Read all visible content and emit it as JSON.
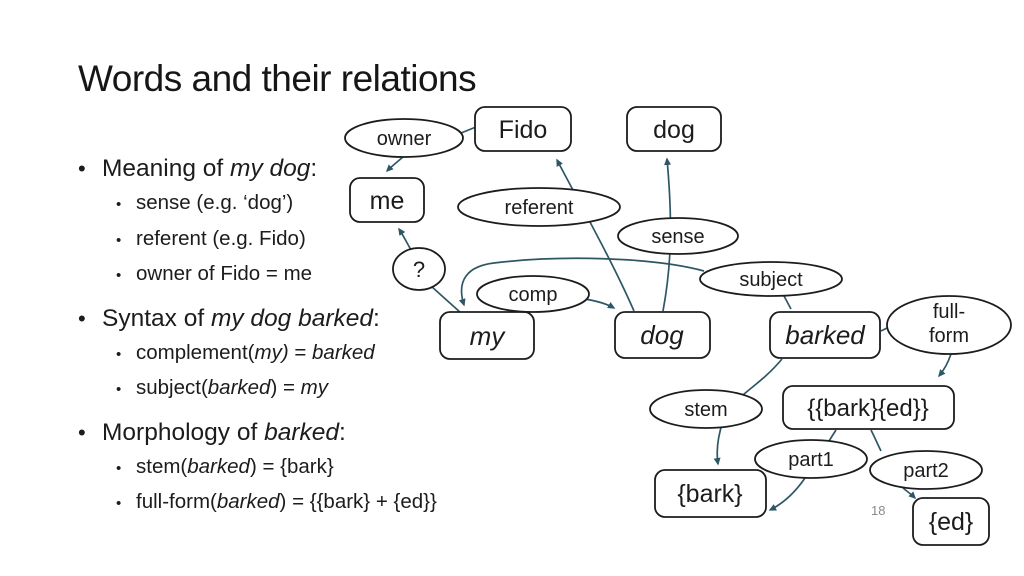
{
  "slide": {
    "title": "Words and their relations",
    "page_number": "18"
  },
  "bullet_char": "•",
  "bullets": [
    {
      "level": 1,
      "runs": [
        {
          "t": "Meaning of "
        },
        {
          "t": "my dog",
          "i": true
        },
        {
          "t": ":"
        }
      ]
    },
    {
      "level": 2,
      "runs": [
        {
          "t": "sense (e.g. ‘dog’)"
        }
      ]
    },
    {
      "level": 2,
      "runs": [
        {
          "t": "referent (e.g. Fido)"
        }
      ]
    },
    {
      "level": 2,
      "runs": [
        {
          "t": "owner of Fido = me"
        }
      ]
    },
    {
      "level": 1,
      "runs": [
        {
          "t": "Syntax of "
        },
        {
          "t": "my dog barked",
          "i": true
        },
        {
          "t": ":"
        }
      ]
    },
    {
      "level": 2,
      "runs": [
        {
          "t": "complement("
        },
        {
          "t": "my)",
          "i": true
        },
        {
          "t": " = "
        },
        {
          "t": "barked",
          "i": true
        }
      ]
    },
    {
      "level": 2,
      "runs": [
        {
          "t": "subject("
        },
        {
          "t": "barked",
          "i": true
        },
        {
          "t": ") = "
        },
        {
          "t": "my",
          "i": true
        }
      ]
    },
    {
      "level": 1,
      "runs": [
        {
          "t": "Morphology of "
        },
        {
          "t": "barked",
          "i": true
        },
        {
          "t": ":"
        }
      ]
    },
    {
      "level": 2,
      "runs": [
        {
          "t": "stem("
        },
        {
          "t": "barked",
          "i": true
        },
        {
          "t": ") = {bark}"
        }
      ]
    },
    {
      "level": 2,
      "runs": [
        {
          "t": "full-form("
        },
        {
          "t": "barked",
          "i": true
        },
        {
          "t": ")  =  {{bark} + {ed}}"
        }
      ]
    }
  ],
  "diagram": {
    "nodes": {
      "fido": "Fido",
      "dog_concept": "dog",
      "me": "me",
      "my": "my",
      "dog_word": "dog",
      "barked": "barked",
      "barked_full": "{{bark}{ed}}",
      "bark": "{bark}",
      "ed": "{ed}"
    },
    "relations": {
      "owner": "owner",
      "referent": "referent",
      "sense": "sense",
      "unknown": "?",
      "comp": "comp",
      "subject": "subject",
      "full_form_line1": "full-",
      "full_form_line2": "form",
      "stem": "stem",
      "part1": "part1",
      "part2": "part2"
    }
  },
  "colors": {
    "connector": "#2e5765",
    "shape_outline": "#1c1c1c",
    "text": "#1c1c1c",
    "page_number_gray": "#8a8a8a",
    "background": "#ffffff"
  }
}
